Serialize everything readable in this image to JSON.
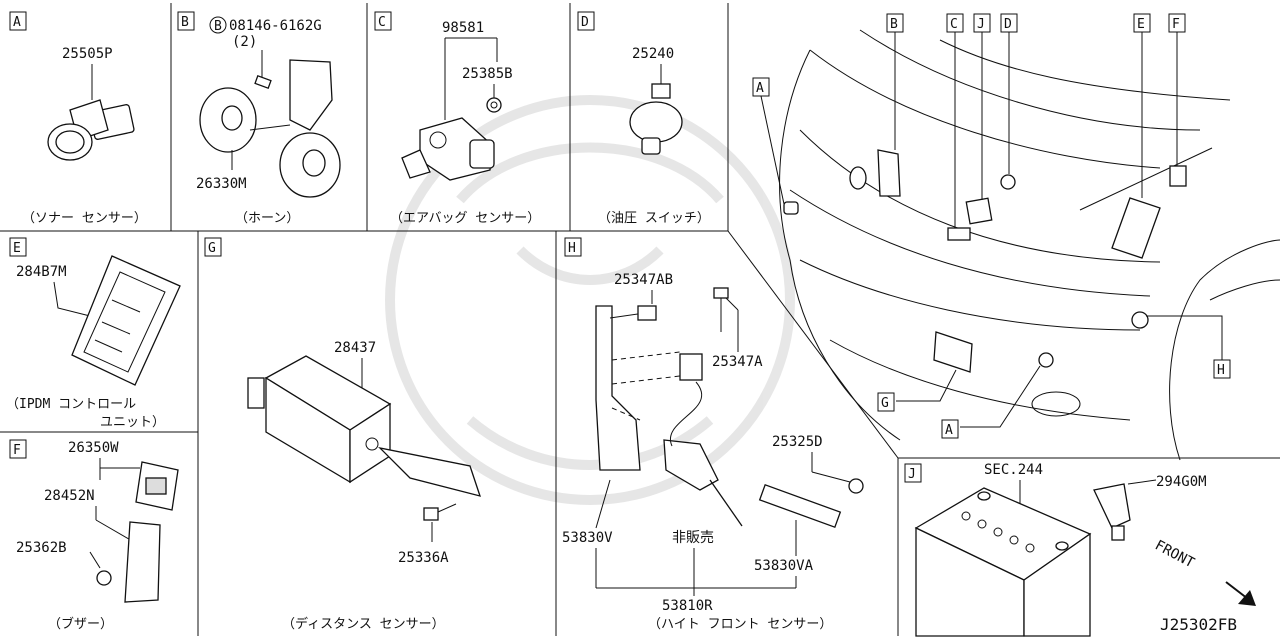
{
  "diagram_id": "J25302FB",
  "panels": [
    {
      "letter": "A",
      "parts": [
        "25505P"
      ],
      "caption": "（ソナー センサー）"
    },
    {
      "letter": "B",
      "parts": [
        "08146-6162G",
        "(2)",
        "26330M"
      ],
      "bolt_prefix": "B",
      "caption": "（ホーン）"
    },
    {
      "letter": "C",
      "parts": [
        "98581",
        "25385B"
      ],
      "caption": "（エアバッグ センサー）"
    },
    {
      "letter": "D",
      "parts": [
        "25240"
      ],
      "caption": "（油圧 スイッチ）"
    },
    {
      "letter": "E",
      "parts": [
        "284B7M"
      ],
      "caption_lines": [
        "（IPDM コントロール",
        "ユニット）"
      ]
    },
    {
      "letter": "F",
      "parts": [
        "26350W",
        "28452N",
        "25362B"
      ],
      "caption": "（ブザー）"
    },
    {
      "letter": "G",
      "parts": [
        "28437",
        "25336A"
      ],
      "caption": "（ディスタンス センサー）"
    },
    {
      "letter": "H",
      "parts": [
        "25347AB",
        "25347A",
        "25325D",
        "53830V",
        "非販売",
        "53830VA",
        "53810R"
      ],
      "caption": "（ハイト フロント センサー）"
    },
    {
      "letter": "J",
      "parts": [
        "SEC.244",
        "294G0M"
      ],
      "direction": "FRONT"
    }
  ],
  "overview_labels": [
    "B",
    "C",
    "J",
    "D",
    "E",
    "F",
    "A",
    "G",
    "A",
    "H"
  ]
}
